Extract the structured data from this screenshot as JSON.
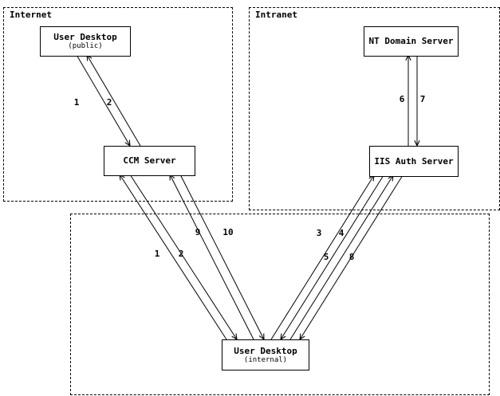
{
  "diagram": {
    "type": "network-auth-flow-diagram",
    "zones": {
      "internet": {
        "label": "Internet"
      },
      "intranet": {
        "label": "Intranet"
      }
    },
    "nodes": {
      "user_desktop_public": {
        "title": "User Desktop",
        "subtitle": "(public)"
      },
      "ccm_server": {
        "title": "CCM Server"
      },
      "nt_domain_server": {
        "title": "NT Domain Server"
      },
      "iis_auth_server": {
        "title": "IIS Auth Server"
      },
      "user_desktop_internal": {
        "title": "User Desktop",
        "subtitle": "(internal)"
      }
    },
    "edges": [
      {
        "label": "1",
        "from": "user_desktop_public",
        "to": "ccm_server"
      },
      {
        "label": "2",
        "from": "ccm_server",
        "to": "user_desktop_public"
      },
      {
        "label": "6",
        "from": "iis_auth_server",
        "to": "nt_domain_server"
      },
      {
        "label": "7",
        "from": "nt_domain_server",
        "to": "iis_auth_server"
      },
      {
        "label": "1",
        "from": "user_desktop_internal",
        "to": "ccm_server"
      },
      {
        "label": "2",
        "from": "ccm_server",
        "to": "user_desktop_internal"
      },
      {
        "label": "9",
        "from": "user_desktop_internal",
        "to": "ccm_server"
      },
      {
        "label": "10",
        "from": "ccm_server",
        "to": "user_desktop_internal"
      },
      {
        "label": "3",
        "from": "user_desktop_internal",
        "to": "iis_auth_server"
      },
      {
        "label": "4",
        "from": "iis_auth_server",
        "to": "user_desktop_internal"
      },
      {
        "label": "5",
        "from": "user_desktop_internal",
        "to": "iis_auth_server"
      },
      {
        "label": "8",
        "from": "iis_auth_server",
        "to": "user_desktop_internal"
      }
    ],
    "colors": {
      "line": "#000000",
      "text": "#000000",
      "background": "#ffffff"
    }
  }
}
